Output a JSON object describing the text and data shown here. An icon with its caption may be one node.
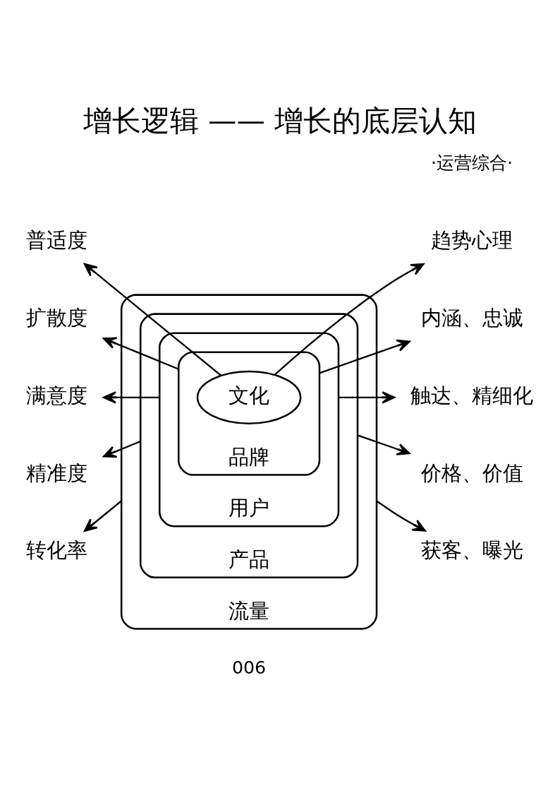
{
  "diagram": {
    "title": "增长逻辑 —— 增长的底层认知",
    "nodes": [
      {
        "text": [
          "流量"
        ]
      },
      {
        "text": [
          "产品"
        ],
        "in": 0
      },
      {
        "text": [
          "用户"
        ],
        "in": 1
      },
      {
        "text": [
          "品牌"
        ],
        "in": 2
      },
      {
        "text": [
          "文化"
        ],
        "in": 3
      },
      {
        "text": [
          "普适度"
        ]
      },
      {
        "text": [
          "趋势心理"
        ]
      },
      {
        "text": [
          "扩散度"
        ]
      },
      {
        "text": [
          "内涵、忠诚"
        ]
      },
      {
        "text": [
          "满意度"
        ]
      },
      {
        "text": [
          "触达、精细化"
        ]
      },
      {
        "text": [
          "精准度"
        ]
      },
      {
        "text": [
          "价格、价值"
        ]
      },
      {
        "text": [
          "转化率"
        ]
      },
      {
        "text": [
          "获客、曝光"
        ]
      }
    ],
    "edges": [
      {
        "from": 4,
        "to": 5,
        "arrow": "to"
      },
      {
        "from": 4,
        "to": 6,
        "arrow": "to"
      },
      {
        "from": 3,
        "to": 7,
        "arrow": "to"
      },
      {
        "from": 3,
        "to": 8,
        "arrow": "to"
      },
      {
        "from": 2,
        "to": 9,
        "arrow": "to"
      },
      {
        "from": 2,
        "to": 10,
        "arrow": "to"
      },
      {
        "from": 1,
        "to": 11,
        "arrow": "to"
      },
      {
        "from": 1,
        "to": 12,
        "arrow": "to"
      },
      {
        "from": 0,
        "to": 13,
        "arrow": "to"
      },
      {
        "from": 0,
        "to": 14,
        "arrow": "to"
      }
    ],
    "labels": [
      "·运营综合·",
      "006"
    ]
  }
}
